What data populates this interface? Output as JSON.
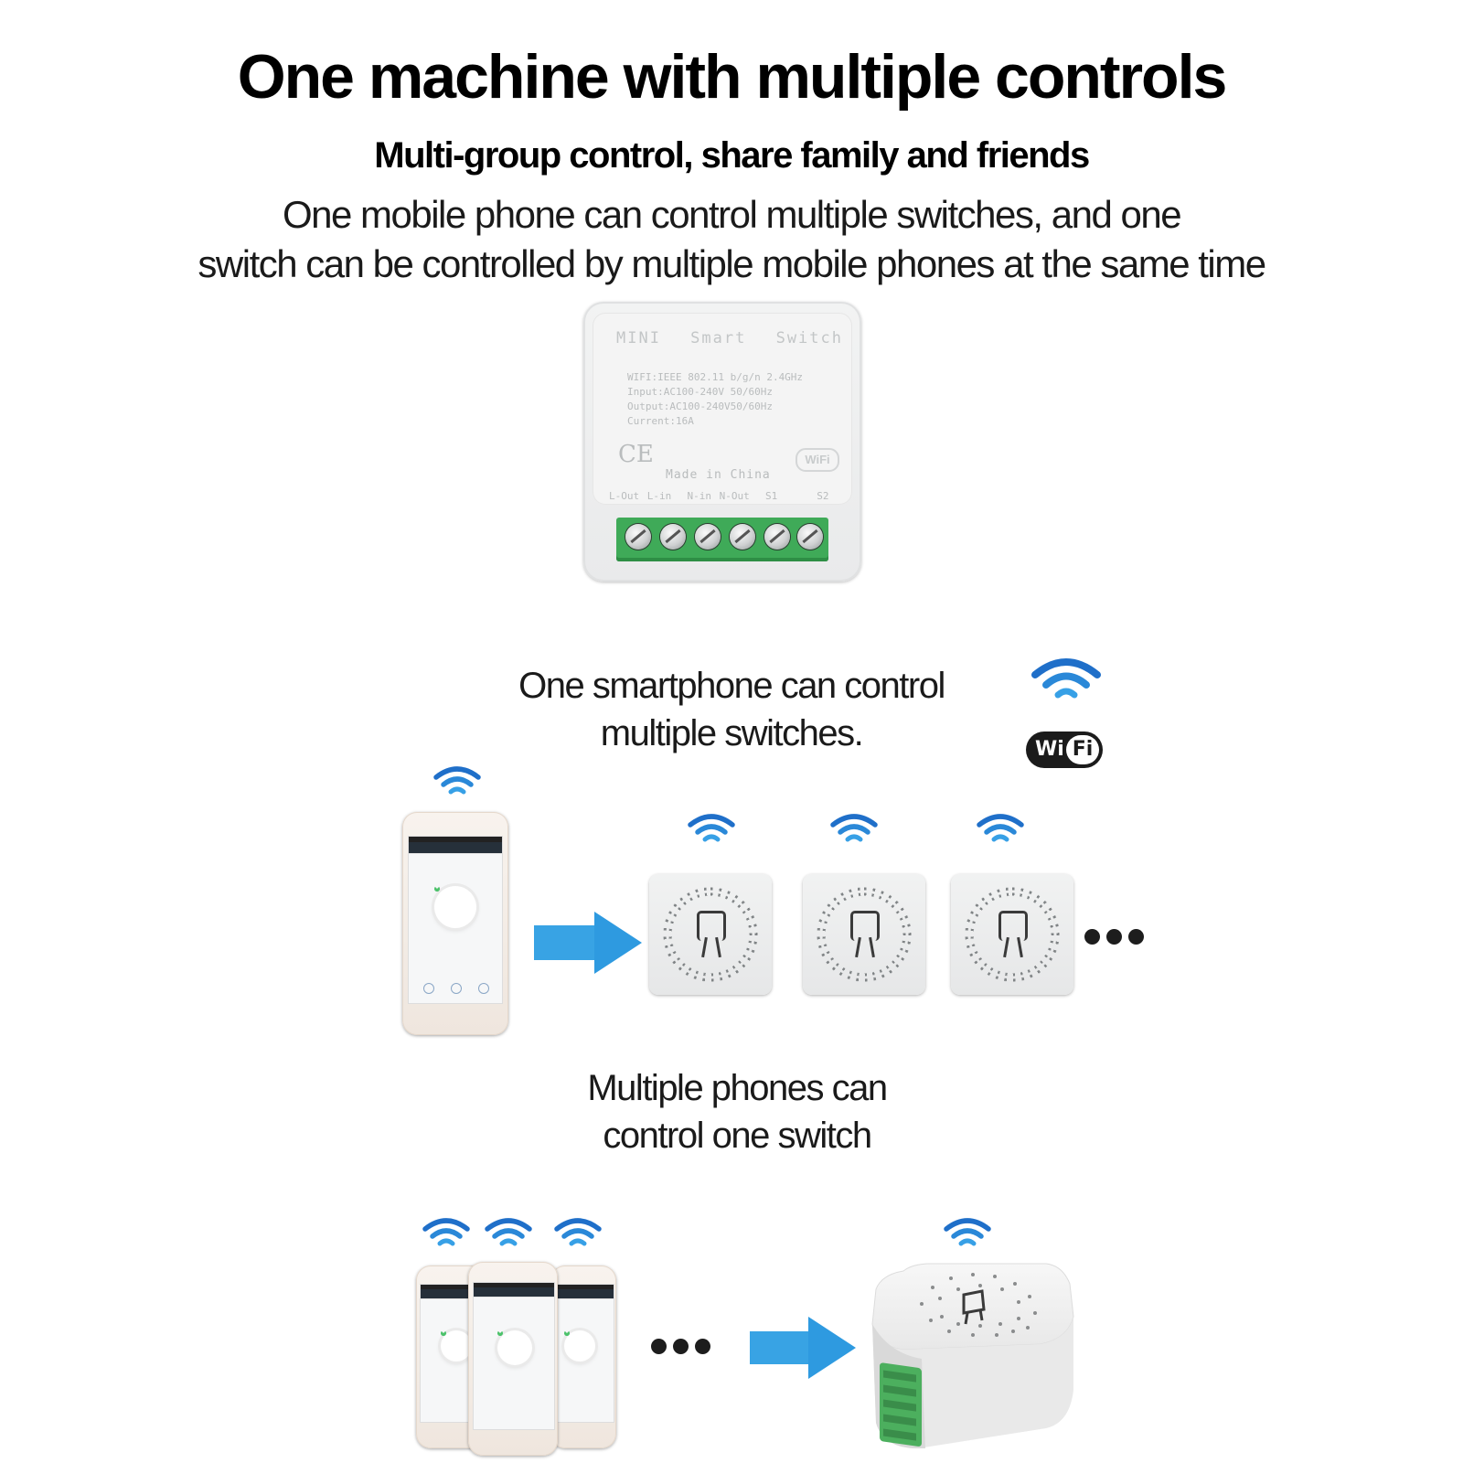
{
  "header": {
    "title": "One machine with multiple controls",
    "subtitle": "Multi-group control, share family and friends",
    "description_line1": "One mobile phone can control multiple switches, and one",
    "description_line2": "switch can be controlled by multiple mobile phones at the same time"
  },
  "device": {
    "brand": "MINI Smart Switch",
    "spec_wifi": "WIFI:IEEE 802.11 b/g/n 2.4GHz",
    "spec_input": "Input:AC100-240V 50/60Hz",
    "spec_output": "Output:AC100-240V50/60Hz",
    "spec_current": "Current:16A",
    "ce_mark": "CE",
    "wifi_badge": "WiFi",
    "made_in": "Made in China",
    "terminals": "L-Out L-in  N-in N-Out  S1     S2"
  },
  "section1": {
    "caption_line1": "One smartphone can control",
    "caption_line2": "multiple switches.",
    "wifi_logo_left": "Wi",
    "wifi_logo_right": "Fi"
  },
  "section2": {
    "caption_line1": "Multiple phones can",
    "caption_line2": "control one switch"
  },
  "colors": {
    "wifi_blue": "#1f6fc9",
    "arrow_blue": "#38a3e4",
    "terminal_green": "#3faa58",
    "power_green": "#4cc26b"
  },
  "icons": [
    "wifi-signal-icon",
    "arrow-right-icon",
    "power-icon",
    "ellipsis-icon",
    "wifi-logo-icon"
  ]
}
